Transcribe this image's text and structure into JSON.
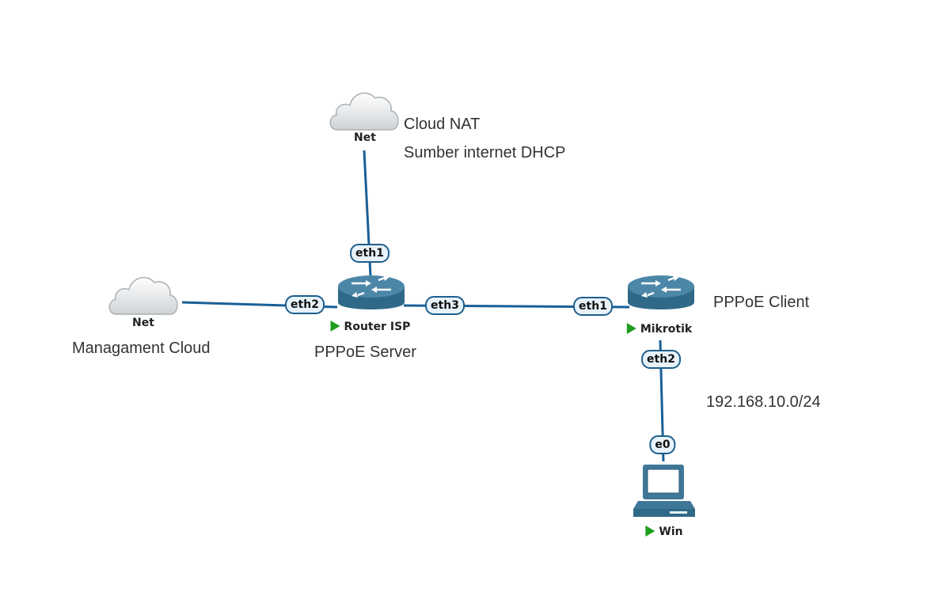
{
  "nodes": {
    "cloud_nat": {
      "label": "Net"
    },
    "cloud_mgmt": {
      "label": "Net"
    },
    "router_isp": {
      "label": "Router ISP"
    },
    "mikrotik": {
      "label": "Mikrotik"
    },
    "win": {
      "label": "Win"
    }
  },
  "ports": {
    "router_isp_eth1": "eth1",
    "router_isp_eth2": "eth2",
    "router_isp_eth3": "eth3",
    "mikrotik_eth1": "eth1",
    "mikrotik_eth2": "eth2",
    "win_e0": "e0"
  },
  "notes": {
    "cloud_nat": "Cloud NAT",
    "dhcp_source": "Sumber internet DHCP",
    "management_cloud": "Managament Cloud",
    "pppoe_server": "PPPoE Server",
    "pppoe_client": "PPPoE Client",
    "subnet": "192.168.10.0/24"
  },
  "colors": {
    "link": "#1a5f96",
    "port_border": "#1d5f8c",
    "port_fill": "#e8f2fa",
    "router_body": "#3f7797",
    "status_running": "#1e9e1e"
  },
  "icons": {
    "cloud": "cloud-icon",
    "router": "router-icon",
    "pc": "desktop-pc-icon",
    "status": "play-triangle-icon"
  }
}
